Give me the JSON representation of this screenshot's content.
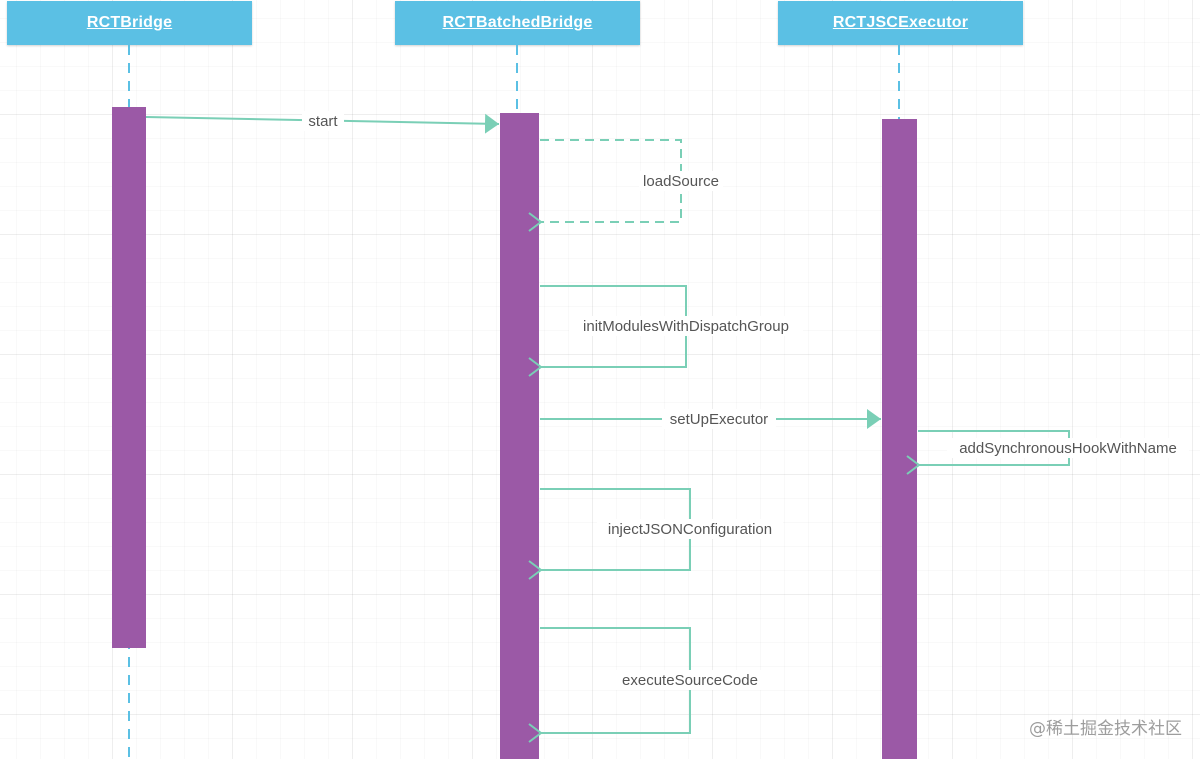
{
  "participants": [
    {
      "id": "bridge",
      "name": "RCTBridge"
    },
    {
      "id": "batched",
      "name": "RCTBatchedBridge"
    },
    {
      "id": "executor",
      "name": "RCTJSCExecutor"
    }
  ],
  "messages": [
    {
      "id": "start",
      "label": "start",
      "from": "RCTBridge",
      "to": "RCTBatchedBridge",
      "style": "solid"
    },
    {
      "id": "loadSource",
      "label": "loadSource",
      "from": "RCTBatchedBridge",
      "to": "RCTBatchedBridge",
      "style": "dashed"
    },
    {
      "id": "initModules",
      "label": "initModulesWithDispatchGroup",
      "from": "RCTBatchedBridge",
      "to": "RCTBatchedBridge",
      "style": "solid"
    },
    {
      "id": "setUpExecutor",
      "label": "setUpExecutor",
      "from": "RCTBatchedBridge",
      "to": "RCTJSCExecutor",
      "style": "solid"
    },
    {
      "id": "addHook",
      "label": "addSynchronousHookWithName",
      "from": "RCTJSCExecutor",
      "to": "RCTJSCExecutor",
      "style": "solid"
    },
    {
      "id": "injectJSON",
      "label": "injectJSONConfiguration",
      "from": "RCTBatchedBridge",
      "to": "RCTBatchedBridge",
      "style": "solid"
    },
    {
      "id": "executeSource",
      "label": "executeSourceCode",
      "from": "RCTBatchedBridge",
      "to": "RCTBatchedBridge",
      "style": "solid"
    }
  ],
  "colors": {
    "header": "#5bc0e4",
    "activation": "#9b59a6",
    "lifeline": "#5bc0e4",
    "arrow": "#7acfb6",
    "label": "#555555"
  },
  "watermark": "@稀土掘金技术社区"
}
